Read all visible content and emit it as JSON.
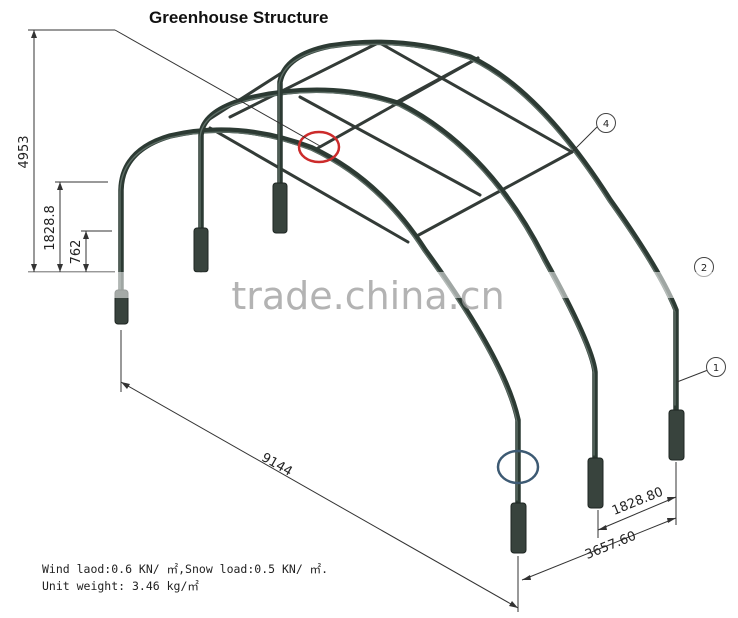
{
  "title": "Greenhouse Structure",
  "watermark": "trade.china.cn",
  "dimensions": {
    "total_height": "4953",
    "side_height": "1828.8",
    "sleeve_height": "762",
    "length": "9144",
    "arch_spacing": "1828.80",
    "width": "3657.60"
  },
  "callouts": [
    "1",
    "2",
    "4"
  ],
  "notes": {
    "line1": "Wind laod:0.6 KN/ ㎡,Snow load:0.5 KN/ ㎡.",
    "line2": "Unit weight: 3.46 kg/㎡"
  },
  "colors": {
    "tube": "#2c3a33",
    "highlight_red": "#cc2b2b",
    "highlight_blue": "#3d5a73"
  }
}
